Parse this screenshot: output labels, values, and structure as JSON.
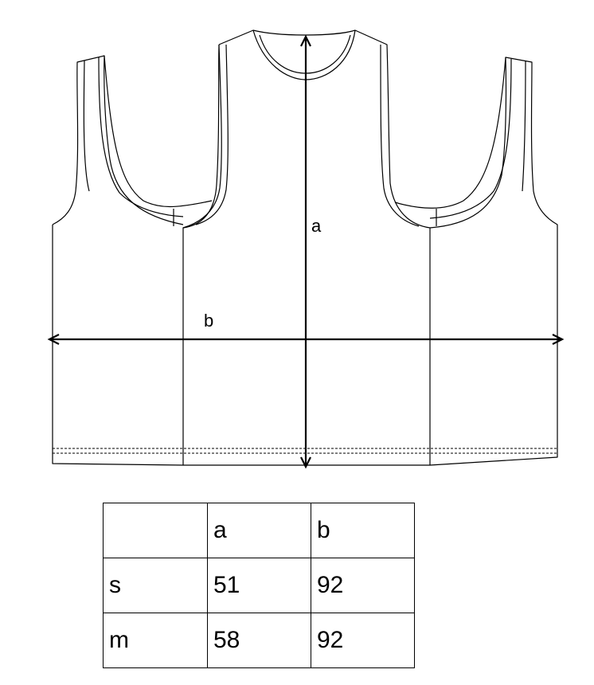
{
  "diagram": {
    "line_color": "#000000",
    "dimension_a_label": "a",
    "dimension_b_label": "b"
  },
  "size_table": {
    "header": [
      "",
      "a",
      "b"
    ],
    "rows": [
      [
        "s",
        "51",
        "92"
      ],
      [
        "m",
        "58",
        "92"
      ]
    ]
  }
}
